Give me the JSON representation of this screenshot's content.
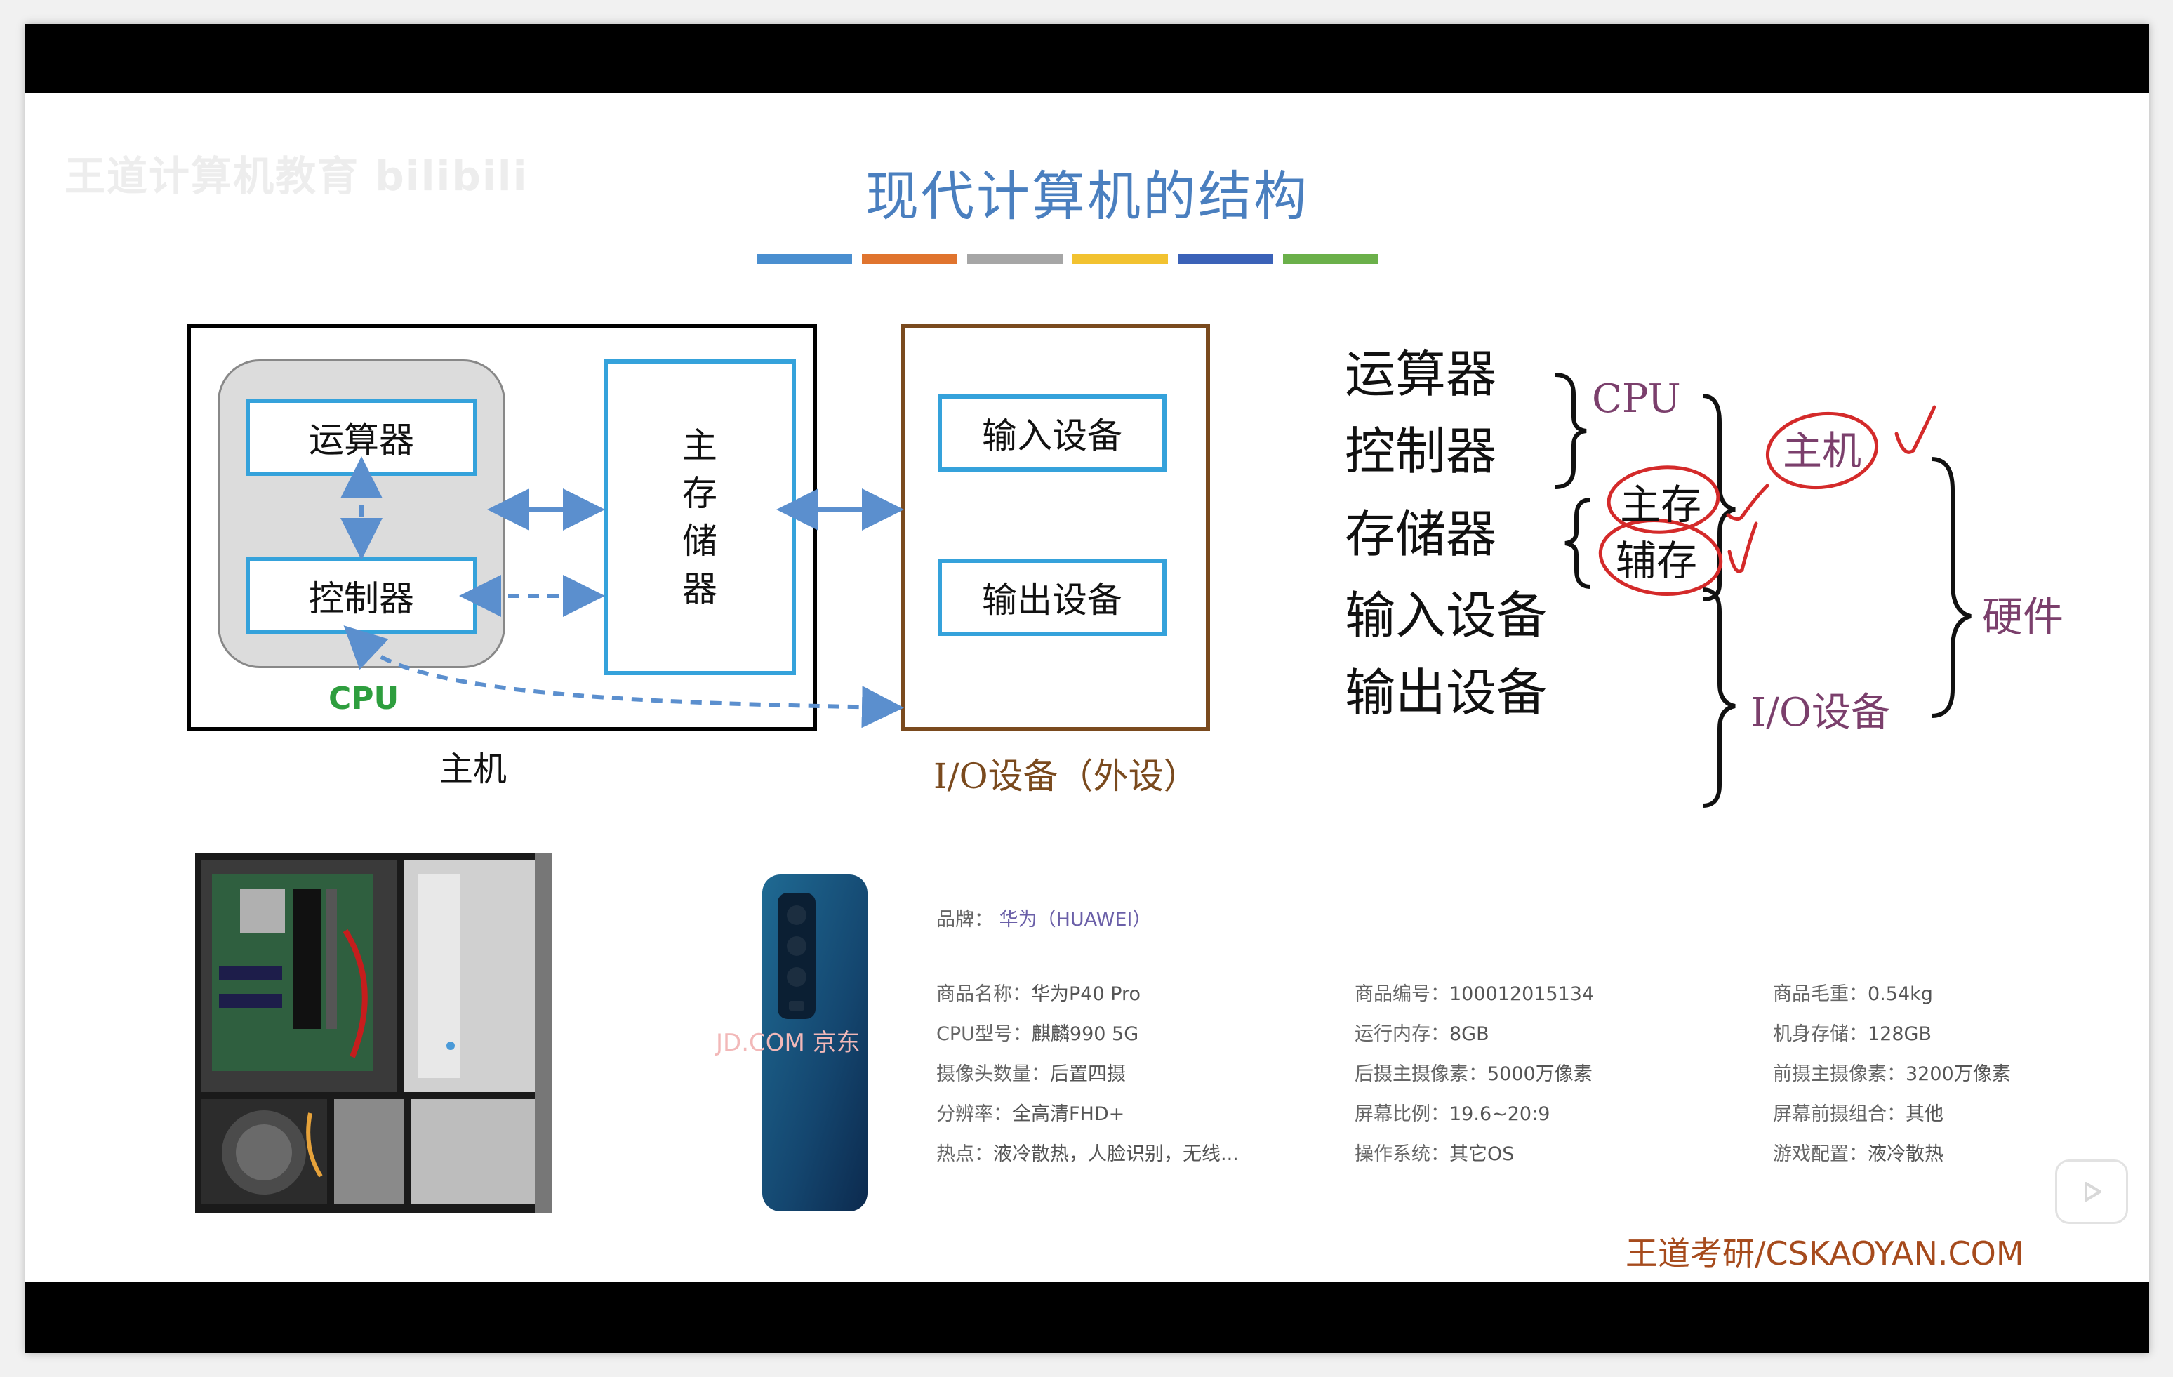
{
  "watermark": "王道计算机教育 bilibili",
  "title": "现代计算机的结构",
  "colors": {
    "title": "#4a7fbf",
    "box_border": "#35a2db",
    "arrow": "#5b8fce",
    "host_border": "#000000",
    "io_border": "#7a4a1e",
    "cpu_green": "#2e9e3e",
    "annotation_red": "#d42a2a",
    "purple": "#7b3f6c",
    "footer": "#a64b1d",
    "divider": [
      "#4a8fd0",
      "#e0742e",
      "#a6a6a6",
      "#f2c230",
      "#3b62b8",
      "#6bb04a"
    ]
  },
  "diagram": {
    "alu": "运算器",
    "controller": "控制器",
    "cpu_label": "CPU",
    "memory": [
      "主",
      "存",
      "储",
      "器"
    ],
    "host_caption": "主机",
    "input": "输入设备",
    "output": "输出设备",
    "io_caption": "I/O设备（外设）"
  },
  "hierarchy": {
    "items": [
      "运算器",
      "控制器",
      "存储器",
      "输入设备",
      "输出设备"
    ],
    "cpu": "CPU",
    "main_mem": "主存",
    "aux_mem": "辅存",
    "host": "主机",
    "io": "I/O设备",
    "hardware": "硬件"
  },
  "phone_watermark": "JD.COM 京东",
  "specs": {
    "brand": {
      "k": "品牌：",
      "v": "华为（HUAWEI）"
    },
    "col1": [
      {
        "k": "商品名称：",
        "v": "华为P40 Pro"
      },
      {
        "k": "CPU型号：",
        "v": "麒麟990 5G"
      },
      {
        "k": "摄像头数量：",
        "v": "后置四摄"
      },
      {
        "k": "分辨率：",
        "v": "全高清FHD+"
      },
      {
        "k": "热点：",
        "v": "液冷散热，人脸识别，无线..."
      }
    ],
    "col2": [
      {
        "k": "商品编号：",
        "v": "100012015134"
      },
      {
        "k": "运行内存：",
        "v": "8GB"
      },
      {
        "k": "后摄主摄像素：",
        "v": "5000万像素"
      },
      {
        "k": "屏幕比例：",
        "v": "19.6~20:9"
      },
      {
        "k": "操作系统：",
        "v": "其它OS"
      }
    ],
    "col3": [
      {
        "k": "商品毛重：",
        "v": "0.54kg"
      },
      {
        "k": "机身存储：",
        "v": "128GB"
      },
      {
        "k": "前摄主摄像素：",
        "v": "3200万像素"
      },
      {
        "k": "屏幕前摄组合：",
        "v": "其他"
      },
      {
        "k": "游戏配置：",
        "v": "液冷散热"
      }
    ]
  },
  "footer": "王道考研/CSKAOYAN.COM"
}
